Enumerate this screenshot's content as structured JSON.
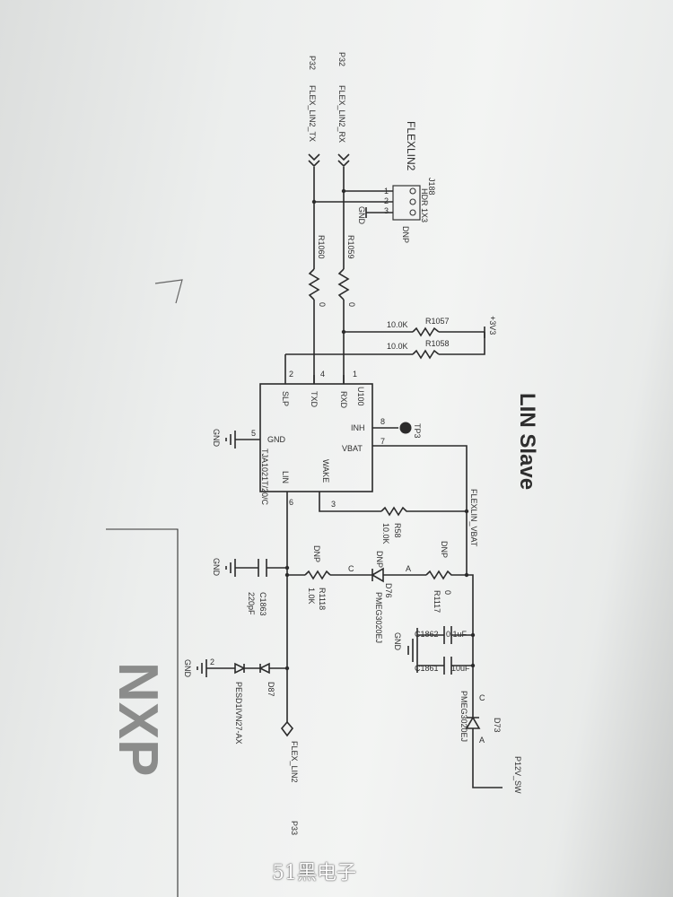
{
  "title": "LIN Slave",
  "signals": {
    "flex_lin2_rx": "FLEX_LIN2_RX",
    "flex_lin2_tx": "FLEX_LIN2_TX",
    "p32_rx": "P32",
    "p32_tx": "P32",
    "flexlin_vbat": "FLEXLIN_VBAT",
    "flex_lin2": "FLEX_LIN2",
    "p33": "P33",
    "p12v_sw": "P12V_SW",
    "p3v3": "+3V3",
    "block_label": "FLEXLIN2"
  },
  "header": {
    "ref": "J188",
    "type": "HDR 1X3",
    "dnp": "DNP",
    "pin1": "1",
    "pin2": "2",
    "pin3": "3",
    "gnd": "GND"
  },
  "ic": {
    "ref": "U100",
    "part": "TJA1021T/20/C",
    "pins": {
      "rxd": "RXD",
      "rxd_num": "1",
      "txd": "TXD",
      "txd_num": "4",
      "slp": "SLP",
      "slp_num": "2",
      "gnd": "GND",
      "gnd_num": "5",
      "lin": "LIN",
      "lin_num": "6",
      "inh": "INH",
      "inh_num": "8",
      "vbat": "VBAT",
      "vbat_num": "7",
      "wake": "WAKE",
      "wake_num": "3"
    }
  },
  "tp3": "TP3",
  "resistors": {
    "r1059": {
      "ref": "R1059",
      "value": "0"
    },
    "r1060": {
      "ref": "R1060",
      "value": "0"
    },
    "r1057": {
      "ref": "R1057",
      "value": "10.0K"
    },
    "r1058": {
      "ref": "R1058",
      "value": "10.0K"
    },
    "r58": {
      "ref": "R58",
      "value": "10.0K"
    },
    "r1117": {
      "ref": "R1117",
      "value": "0",
      "dnp": "DNP"
    },
    "r1118": {
      "ref": "R1118",
      "value": "1.0K",
      "dnp": "DNP"
    }
  },
  "diodes": {
    "d76": {
      "ref": "D76",
      "part": "PMEG3020EJ",
      "dnp": "DNP",
      "c": "C",
      "a": "A"
    },
    "d73": {
      "ref": "D73",
      "part": "PMEG3020EJ",
      "c": "C",
      "a": "A"
    },
    "d87": {
      "ref": "D87",
      "part": "PESD1IVN27-AX",
      "pin2": "2"
    }
  },
  "capacitors": {
    "c1863": {
      "ref": "C1863",
      "value": "220pF"
    },
    "c1862": {
      "ref": "C1862",
      "value": "0.1uF"
    },
    "c1861": {
      "ref": "C1861",
      "value": "10uF"
    }
  },
  "gnd": "GND",
  "handwriting": "7",
  "logo": "NXP",
  "watermark": "51黑电子"
}
